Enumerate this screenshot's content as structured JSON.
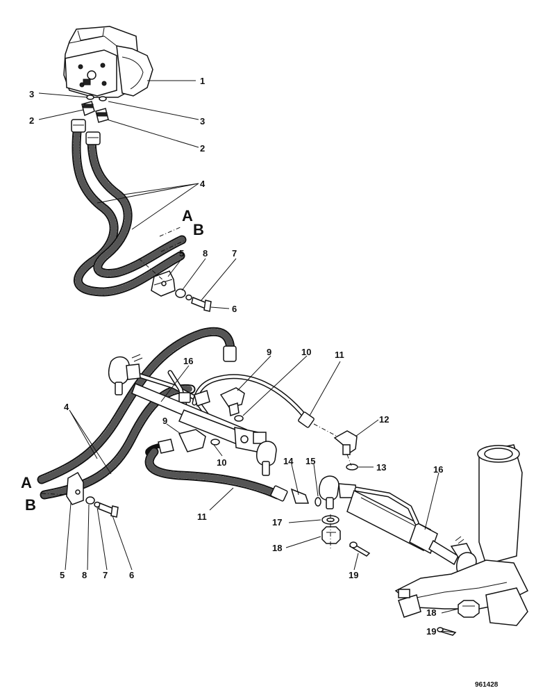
{
  "callouts": [
    {
      "id": "c1",
      "text": "1"
    },
    {
      "id": "c2a",
      "text": "2"
    },
    {
      "id": "c2b",
      "text": "2"
    },
    {
      "id": "c3a",
      "text": "3"
    },
    {
      "id": "c3b",
      "text": "3"
    },
    {
      "id": "c4a",
      "text": "4"
    },
    {
      "id": "c5a",
      "text": "5"
    },
    {
      "id": "c8a",
      "text": "8"
    },
    {
      "id": "c7a",
      "text": "7"
    },
    {
      "id": "c6a",
      "text": "6"
    },
    {
      "id": "c9a",
      "text": "9"
    },
    {
      "id": "c10a",
      "text": "10"
    },
    {
      "id": "c11a",
      "text": "11"
    },
    {
      "id": "c16a",
      "text": "16"
    },
    {
      "id": "c4b",
      "text": "4"
    },
    {
      "id": "c9b",
      "text": "9"
    },
    {
      "id": "c10b",
      "text": "10"
    },
    {
      "id": "c12",
      "text": "12"
    },
    {
      "id": "c13",
      "text": "13"
    },
    {
      "id": "c14",
      "text": "14"
    },
    {
      "id": "c15",
      "text": "15"
    },
    {
      "id": "c16b",
      "text": "16"
    },
    {
      "id": "c11b",
      "text": "11"
    },
    {
      "id": "c17",
      "text": "17"
    },
    {
      "id": "c18a",
      "text": "18"
    },
    {
      "id": "c19a",
      "text": "19"
    },
    {
      "id": "c5b",
      "text": "5"
    },
    {
      "id": "c8b",
      "text": "8"
    },
    {
      "id": "c7b",
      "text": "7"
    },
    {
      "id": "c6b",
      "text": "6"
    },
    {
      "id": "c18b",
      "text": "18"
    },
    {
      "id": "c19b",
      "text": "19"
    }
  ],
  "connection_labels": {
    "a_top": "A",
    "b_top": "B",
    "a_bottom": "A",
    "b_bottom": "B"
  },
  "reference_number": "961428"
}
